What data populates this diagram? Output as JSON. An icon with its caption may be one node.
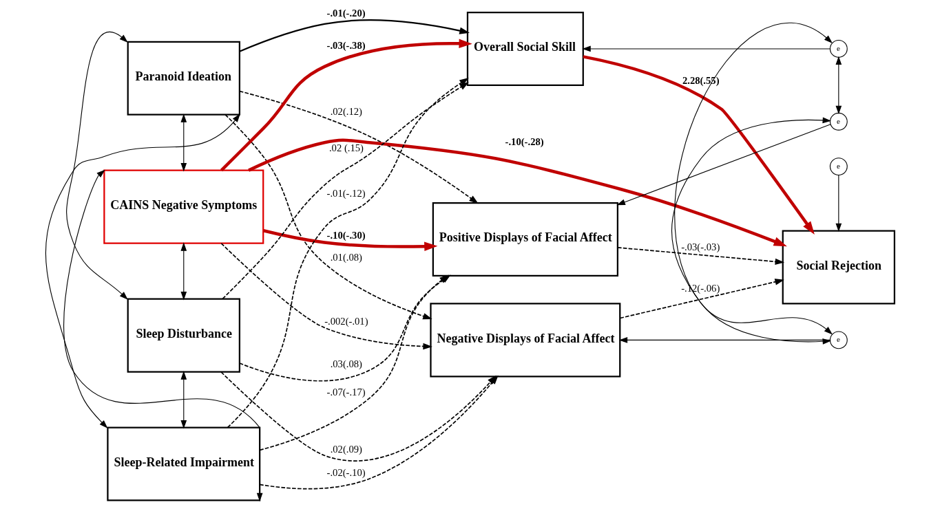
{
  "diagram": {
    "nodes": [
      {
        "text": [
          "Paranoid Ideation"
        ]
      },
      {
        "text": [
          "CAINS Negative Symptoms"
        ]
      },
      {
        "text": [
          "Sleep Disturbance"
        ]
      },
      {
        "text": [
          "Sleep-Related Impairment"
        ]
      },
      {
        "text": [
          "Overall Social Skill"
        ]
      },
      {
        "text": [
          "Positive Displays of Facial Affect"
        ]
      },
      {
        "text": [
          "Negative Displays of Facial Affect"
        ]
      },
      {
        "text": [
          "Social Rejection"
        ]
      },
      {
        "text": [
          "e"
        ]
      },
      {
        "text": [
          "e"
        ]
      },
      {
        "text": [
          "e"
        ]
      },
      {
        "text": [
          "e"
        ]
      }
    ],
    "edges": [
      {
        "from": 0,
        "to": 4,
        "arrow": "to",
        "label": "-.01(-.20)"
      },
      {
        "from": 0,
        "to": 5,
        "arrow": "to",
        "label": ".02(.12)",
        "style": "dashed"
      },
      {
        "from": 0,
        "to": 6,
        "arrow": "to",
        "label": ".01(.08)",
        "style": "dashed"
      },
      {
        "from": 1,
        "to": 4,
        "arrow": "to",
        "label": "-.03(-.38)",
        "style": "thick",
        "color": "#c00000"
      },
      {
        "from": 1,
        "to": 5,
        "arrow": "to",
        "label": "-.10(-.30)",
        "style": "thick",
        "color": "#c00000"
      },
      {
        "from": 1,
        "to": 6,
        "arrow": "to",
        "label": "-.002(-.01)",
        "style": "dashed"
      },
      {
        "from": 1,
        "to": 7,
        "arrow": "to",
        "label": "-.10(-.28)",
        "style": "thick",
        "color": "#c00000"
      },
      {
        "from": 2,
        "to": 4,
        "arrow": "to",
        "label": ".02 (.15)",
        "style": "dashed"
      },
      {
        "from": 2,
        "to": 5,
        "arrow": "to",
        "label": ".03(.08)",
        "style": "dashed"
      },
      {
        "from": 2,
        "to": 6,
        "arrow": "to",
        "label": ".02(.09)",
        "style": "dashed"
      },
      {
        "from": 3,
        "to": 4,
        "arrow": "to",
        "label": "-.01(-.12)",
        "style": "dashed"
      },
      {
        "from": 3,
        "to": 5,
        "arrow": "to",
        "label": "-.07(-.17)",
        "style": "dashed"
      },
      {
        "from": 3,
        "to": 6,
        "arrow": "to",
        "label": "-.02(-.10)",
        "style": "dashed"
      },
      {
        "from": 4,
        "to": 7,
        "arrow": "to",
        "label": "2.28(.55)",
        "style": "thick",
        "color": "#c00000"
      },
      {
        "from": 5,
        "to": 7,
        "arrow": "to",
        "label": "-.03(-.03)",
        "style": "dashed"
      },
      {
        "from": 6,
        "to": 7,
        "arrow": "to",
        "label": "-.12(-.06)",
        "style": "dashed"
      },
      {
        "from": 8,
        "to": 4,
        "arrow": "to"
      },
      {
        "from": 9,
        "to": 5,
        "arrow": "to"
      },
      {
        "from": 10,
        "to": 7,
        "arrow": "to"
      },
      {
        "from": 11,
        "to": 6,
        "arrow": "to"
      },
      {
        "from": 8,
        "to": 9,
        "arrow": "both"
      },
      {
        "from": 8,
        "to": 11,
        "arrow": "both"
      },
      {
        "from": 9,
        "to": 11,
        "arrow": "both"
      },
      {
        "from": 0,
        "to": 1,
        "arrow": "both"
      },
      {
        "from": 0,
        "to": 2,
        "arrow": "both"
      },
      {
        "from": 0,
        "to": 3,
        "arrow": "both"
      },
      {
        "from": 1,
        "to": 2,
        "arrow": "both"
      },
      {
        "from": 1,
        "to": 3,
        "arrow": "both"
      },
      {
        "from": 2,
        "to": 3,
        "arrow": "both"
      }
    ]
  }
}
